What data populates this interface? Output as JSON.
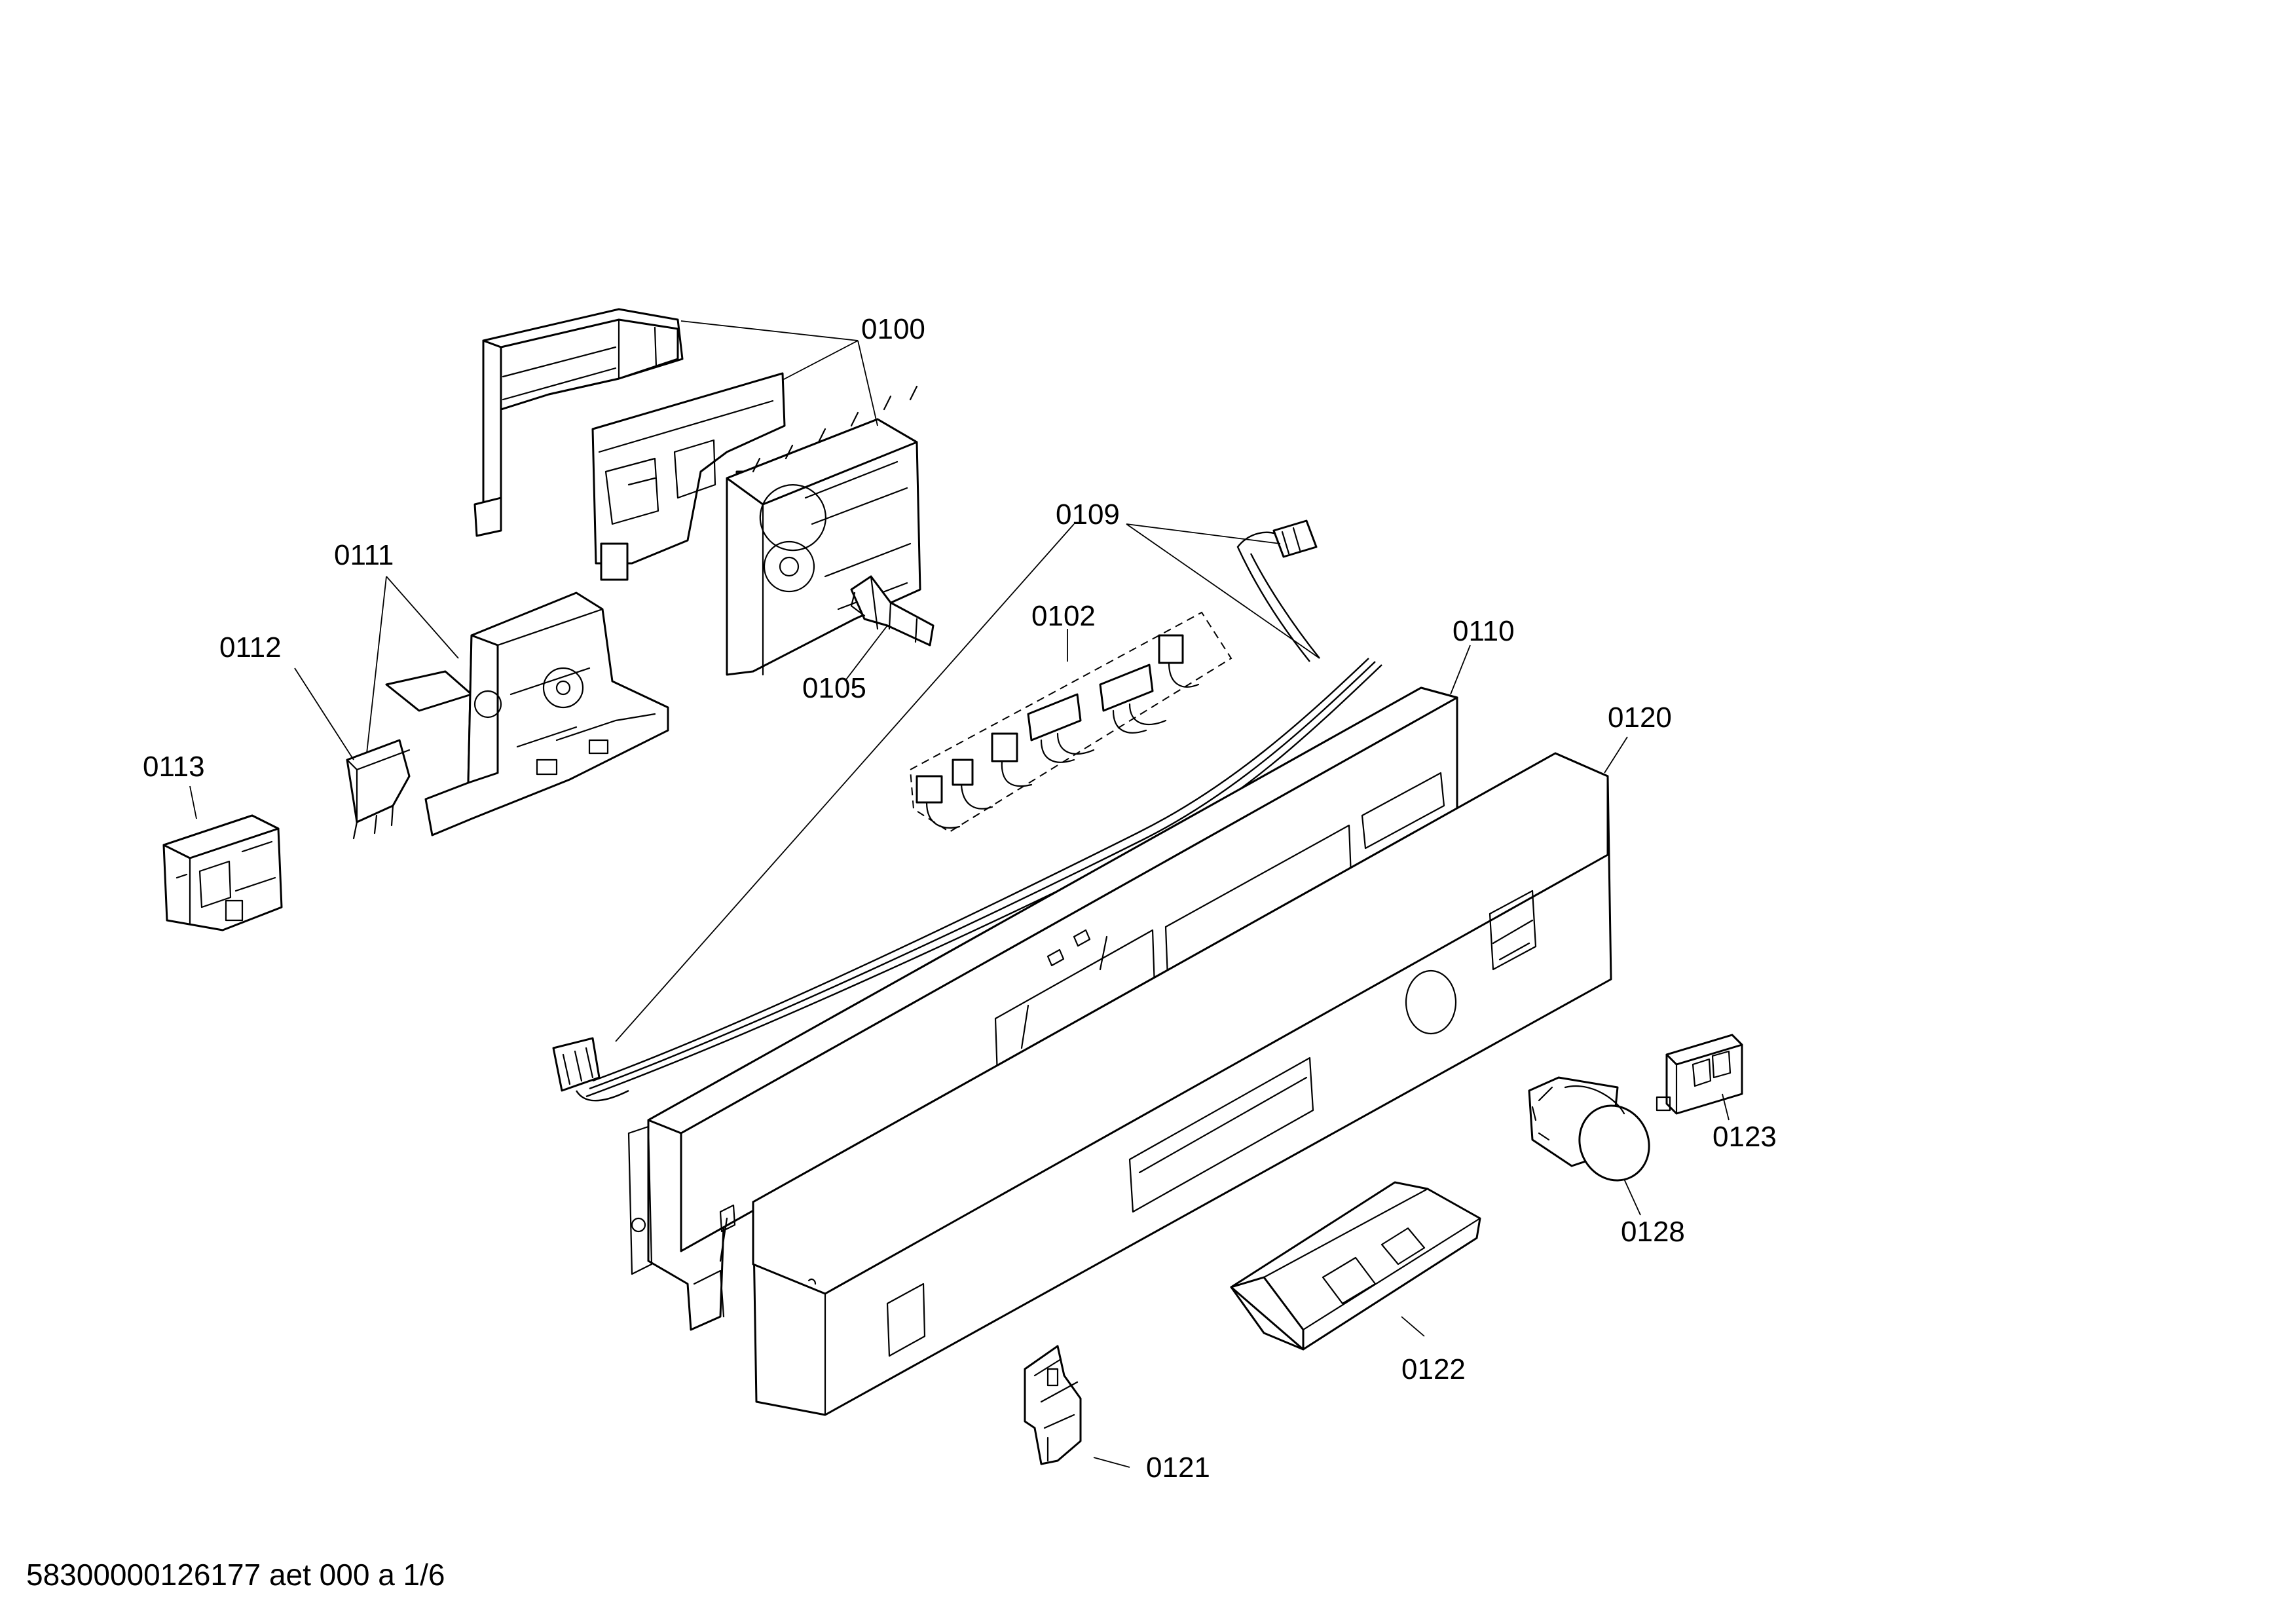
{
  "callouts": [
    {
      "id": "0100",
      "text": "0100"
    },
    {
      "id": "0102",
      "text": "0102"
    },
    {
      "id": "0105",
      "text": "0105"
    },
    {
      "id": "0109",
      "text": "0109"
    },
    {
      "id": "0110",
      "text": "0110"
    },
    {
      "id": "0111",
      "text": "0111"
    },
    {
      "id": "0112",
      "text": "0112"
    },
    {
      "id": "0113",
      "text": "0113"
    },
    {
      "id": "0120",
      "text": "0120"
    },
    {
      "id": "0121",
      "text": "0121"
    },
    {
      "id": "0122",
      "text": "0122"
    },
    {
      "id": "0123",
      "text": "0123"
    },
    {
      "id": "0128",
      "text": "0128"
    }
  ],
  "footer": {
    "text": "58300000126177 aet 000 a 1/6"
  }
}
